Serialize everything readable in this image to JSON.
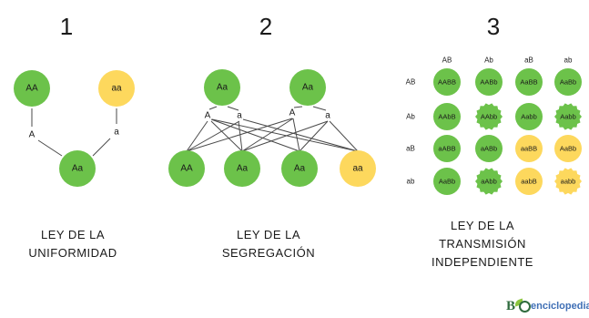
{
  "panels": [
    {
      "number": "1",
      "caption": [
        "LEY DE LA",
        "UNIFORMIDAD"
      ]
    },
    {
      "number": "2",
      "caption": [
        "LEY DE LA",
        "SEGREGACIÓN"
      ]
    },
    {
      "number": "3",
      "caption": [
        "LEY DE LA",
        "TRANSMISIÓN",
        "INDEPENDIENTE"
      ]
    }
  ],
  "colors": {
    "dominant": "#6cc24a",
    "recessive": "#fdd85d",
    "line": "#4a4a4a",
    "text": "#1a1a1a"
  },
  "uniformity": {
    "parents": [
      {
        "genotype": "AA",
        "color": "dominant"
      },
      {
        "genotype": "aa",
        "color": "recessive"
      }
    ],
    "gametes": [
      "A",
      "a"
    ],
    "offspring": {
      "genotype": "Aa",
      "color": "dominant"
    }
  },
  "segregation": {
    "parents": [
      {
        "genotype": "Aa",
        "color": "dominant"
      },
      {
        "genotype": "Aa",
        "color": "dominant"
      }
    ],
    "gametes": [
      "A",
      "a",
      "A",
      "a"
    ],
    "offspring": [
      {
        "genotype": "AA",
        "color": "dominant"
      },
      {
        "genotype": "Aa",
        "color": "dominant"
      },
      {
        "genotype": "Aa",
        "color": "dominant"
      },
      {
        "genotype": "aa",
        "color": "recessive"
      }
    ]
  },
  "independent": {
    "columns": [
      "AB",
      "Ab",
      "aB",
      "ab"
    ],
    "rows": [
      "AB",
      "Ab",
      "aB",
      "ab"
    ],
    "cells": [
      [
        {
          "g": "AABB",
          "c": "dominant",
          "shape": "smooth"
        },
        {
          "g": "AABb",
          "c": "dominant",
          "shape": "smooth"
        },
        {
          "g": "AaBB",
          "c": "dominant",
          "shape": "smooth"
        },
        {
          "g": "AaBb",
          "c": "dominant",
          "shape": "smooth"
        }
      ],
      [
        {
          "g": "AAbB",
          "c": "dominant",
          "shape": "smooth"
        },
        {
          "g": "AAbb",
          "c": "dominant",
          "shape": "wrinkled"
        },
        {
          "g": "Aabb",
          "c": "dominant",
          "shape": "smooth"
        },
        {
          "g": "Aabb",
          "c": "dominant",
          "shape": "wrinkled"
        }
      ],
      [
        {
          "g": "aABB",
          "c": "dominant",
          "shape": "smooth"
        },
        {
          "g": "aABb",
          "c": "dominant",
          "shape": "smooth"
        },
        {
          "g": "aaBB",
          "c": "recessive",
          "shape": "smooth"
        },
        {
          "g": "AaBb",
          "c": "recessive",
          "shape": "smooth"
        }
      ],
      [
        {
          "g": "AaBb",
          "c": "dominant",
          "shape": "smooth"
        },
        {
          "g": "aAbb",
          "c": "dominant",
          "shape": "wrinkled"
        },
        {
          "g": "aabB",
          "c": "recessive",
          "shape": "smooth"
        },
        {
          "g": "aabb",
          "c": "recessive",
          "shape": "wrinkled"
        }
      ]
    ]
  },
  "logo": {
    "mark": "B",
    "text": "enciclopedia",
    "text_color": "#3f6fb5",
    "mark_color": "#2f6b3e",
    "accent": "#8cc63f"
  }
}
